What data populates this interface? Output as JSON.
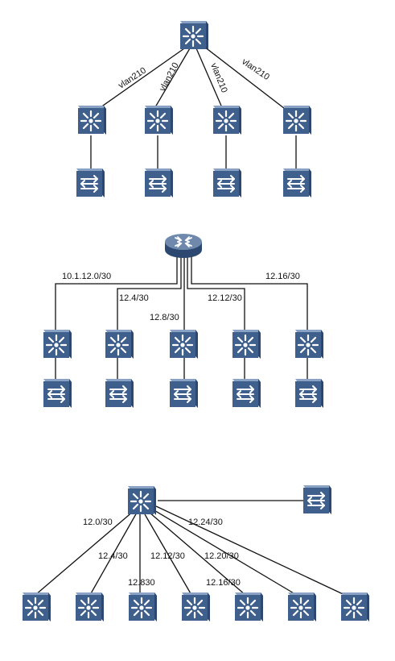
{
  "diagram_1": {
    "links": [
      {
        "label": "vlan210"
      },
      {
        "label": "vlan210"
      },
      {
        "label": "vlan210"
      },
      {
        "label": "vlan210"
      }
    ],
    "core_icon": "layer3-switch-icon",
    "access_icon": "layer2-switch-icon"
  },
  "diagram_2": {
    "router_icon": "router-icon",
    "links": [
      {
        "label": "10.1.12.0/30"
      },
      {
        "label": "12.4/30"
      },
      {
        "label": "12.8/30"
      },
      {
        "label": "12.12/30"
      },
      {
        "label": "12.16/30"
      }
    ]
  },
  "diagram_3": {
    "core_icon": "layer3-switch-icon",
    "links": [
      {
        "label": "12.0/30"
      },
      {
        "label": "12.4/30"
      },
      {
        "label": "12.830"
      },
      {
        "label": "12.12/30"
      },
      {
        "label": "12.16/30"
      },
      {
        "label": "12.20/30"
      },
      {
        "label": "12.24/30"
      }
    ]
  },
  "colors": {
    "device_top": "#6f89ad",
    "device_face": "#3f5f8c",
    "device_side": "#2c4770",
    "wire": "#111111"
  }
}
